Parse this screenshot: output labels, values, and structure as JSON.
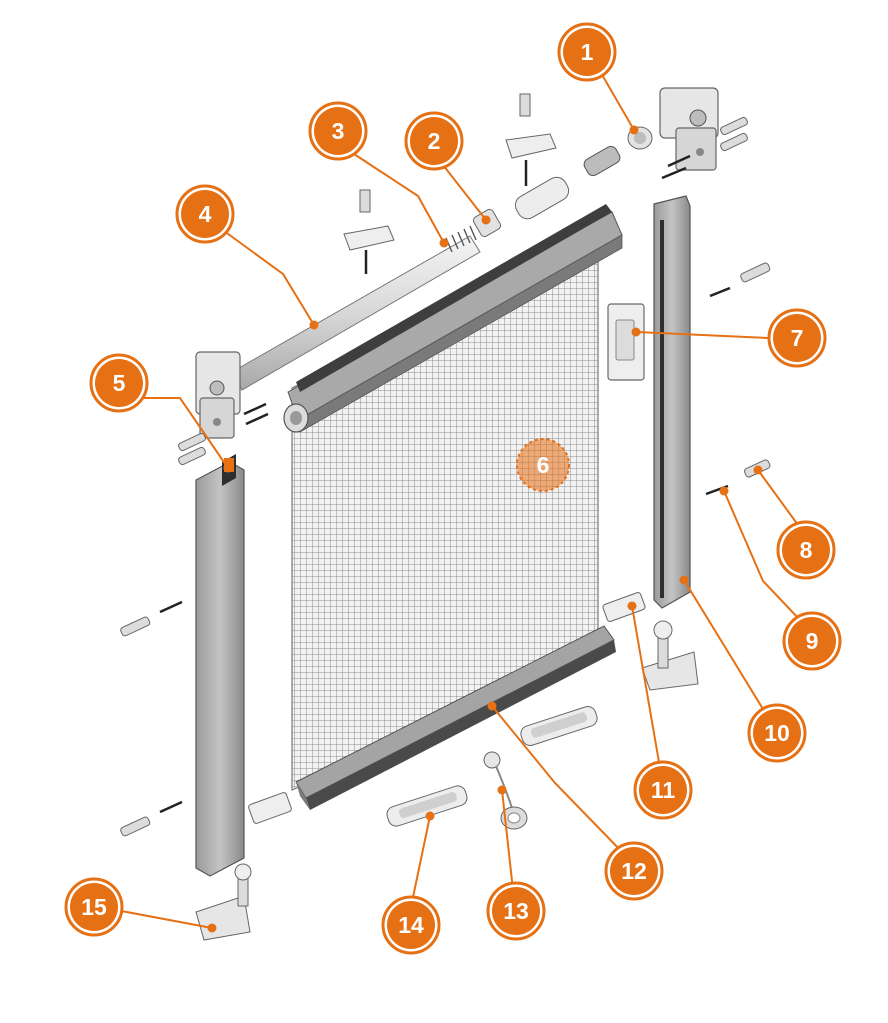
{
  "diagram": {
    "accent_color": "#E67014",
    "leader_color": "#E67014",
    "part_fill": "#B9B9B9",
    "part_dark": "#6E6E6E",
    "part_light": "#E6E6E6",
    "mesh_color": "#8C8C8C",
    "callouts": [
      {
        "id": "1",
        "label": "1"
      },
      {
        "id": "2",
        "label": "2"
      },
      {
        "id": "3",
        "label": "3"
      },
      {
        "id": "4",
        "label": "4"
      },
      {
        "id": "5",
        "label": "5"
      },
      {
        "id": "6",
        "label": "6"
      },
      {
        "id": "7",
        "label": "7"
      },
      {
        "id": "8",
        "label": "8"
      },
      {
        "id": "9",
        "label": "9"
      },
      {
        "id": "10",
        "label": "10"
      },
      {
        "id": "11",
        "label": "11"
      },
      {
        "id": "12",
        "label": "12"
      },
      {
        "id": "13",
        "label": "13"
      },
      {
        "id": "14",
        "label": "14"
      },
      {
        "id": "15",
        "label": "15"
      }
    ]
  }
}
